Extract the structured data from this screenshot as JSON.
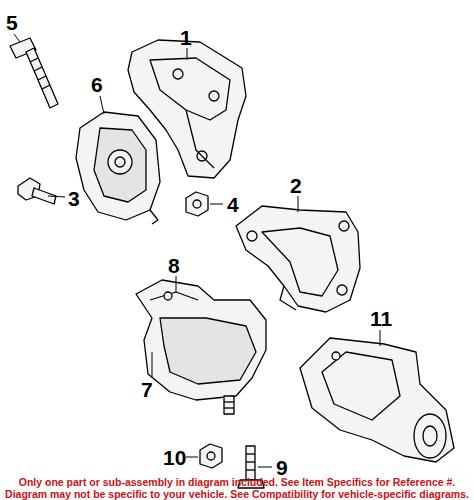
{
  "diagram": {
    "labels": [
      "1",
      "2",
      "3",
      "4",
      "5",
      "6",
      "7",
      "8",
      "9",
      "10",
      "11",
      "Only one part or sub-assembly in diagram included. See Item Specifics for Reference #.",
      "Diagram may not be specific to your vehicle. See Compatibility for vehicle-specific diagrams."
    ]
  }
}
